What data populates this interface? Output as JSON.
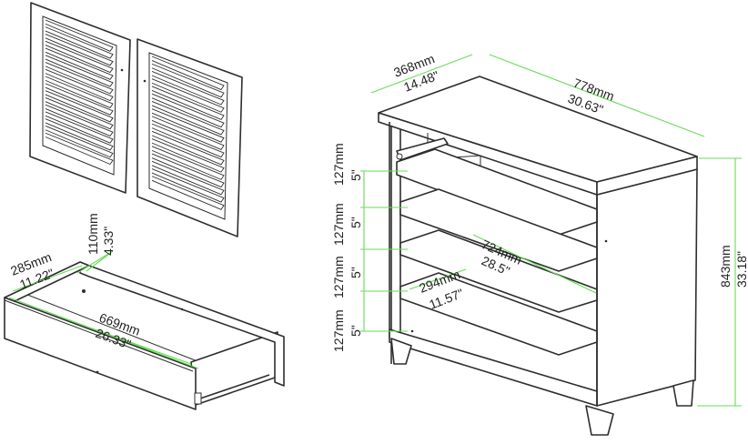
{
  "diagram": {
    "colors": {
      "line": "#2e2e2e",
      "dimension": "#66dd55",
      "background": "#ffffff"
    },
    "drawer": {
      "depth": {
        "mm": "285mm",
        "in": "11.22\""
      },
      "height": {
        "mm": "110mm",
        "in": "4.33\""
      },
      "width": {
        "mm": "669mm",
        "in": "26.33\""
      }
    },
    "cabinet": {
      "depth": {
        "mm": "368mm",
        "in": "14.48\""
      },
      "width": {
        "mm": "778mm",
        "in": "30.63\""
      },
      "height": {
        "mm": "843mm",
        "in": "33.18\""
      },
      "shelf_width": {
        "mm": "724mm",
        "in": "28.5\""
      },
      "shelf_depth": {
        "mm": "294mm",
        "in": "11.57\""
      },
      "shelf_spacing": [
        {
          "mm": "127mm",
          "in": "5\""
        },
        {
          "mm": "127mm",
          "in": "5\""
        },
        {
          "mm": "127mm",
          "in": "5\""
        },
        {
          "mm": "127mm",
          "in": "5\""
        }
      ]
    }
  }
}
